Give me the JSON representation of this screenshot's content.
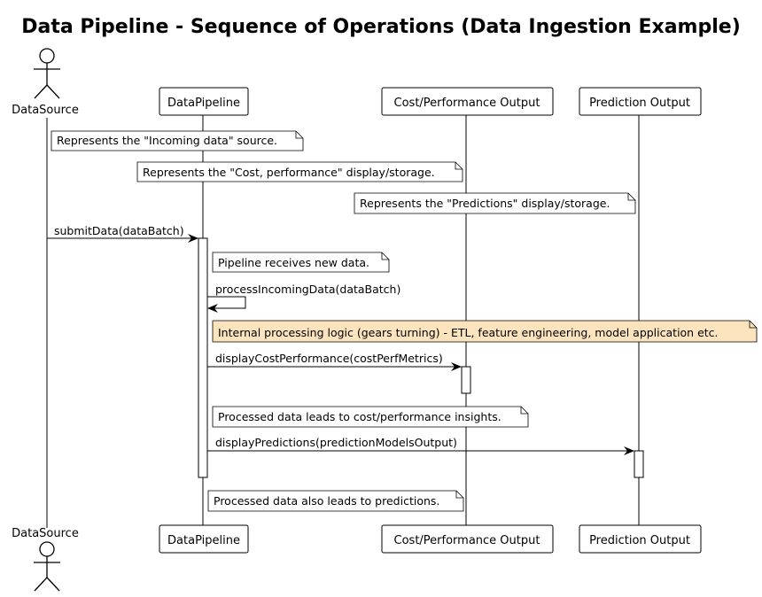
{
  "title": "Data Pipeline - Sequence of Operations (Data Ingestion Example)",
  "participants": {
    "datasource": "DataSource",
    "datapipeline": "DataPipeline",
    "costperf": "Cost/Performance Output",
    "prediction": "Prediction Output"
  },
  "notes": {
    "n1": "Represents the \"Incoming data\" source.",
    "n2": "Represents the \"Cost, performance\" display/storage.",
    "n3": "Represents the \"Predictions\" display/storage.",
    "n4": "Pipeline receives new data.",
    "n5": "Internal processing logic (gears turning) - ETL, feature engineering, model application etc.",
    "n6": "Processed data leads to cost/performance insights.",
    "n7": "Processed data also leads to predictions."
  },
  "messages": {
    "m1": "submitData(dataBatch)",
    "m2": "processIncomingData(dataBatch)",
    "m3": "displayCostPerformance(costPerfMetrics)",
    "m4": "displayPredictions(predictionModelsOutput)"
  },
  "colors": {
    "note_fill": "#ffffff",
    "highlight_note_fill": "#fbe3be"
  }
}
